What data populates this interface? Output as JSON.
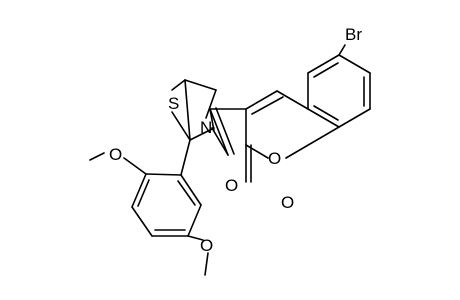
{
  "molecule": {
    "atoms": {
      "bromine": "Br",
      "sulfur": "S",
      "nitrogen": "N",
      "carbonyl_oxygen": "O",
      "lactone_ring_oxygen": "O",
      "lactone_carbonyl_oxygen": "O",
      "methoxy_oxygen_top": "O",
      "methoxy_oxygen_bottom": "O"
    }
  }
}
